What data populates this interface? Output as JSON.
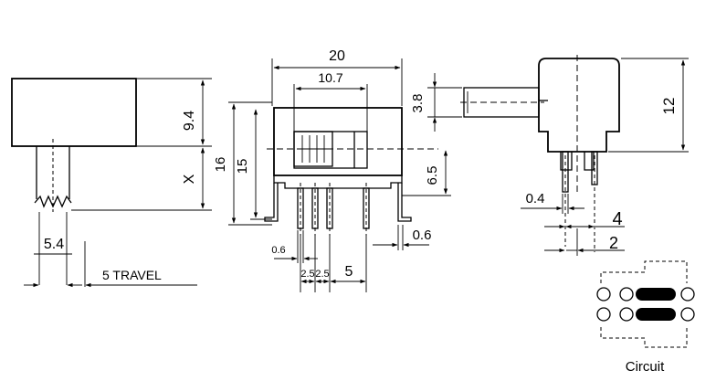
{
  "dimensions": {
    "side_height_upper": "9.4",
    "side_height_lower": "X",
    "side_width": "5.4",
    "travel": "5 TRAVEL",
    "front_width_overall": "20",
    "front_width_slot": "10.7",
    "front_height_16": "16",
    "front_height_15": "15",
    "front_height_6_5": "6.5",
    "front_pin_width_left": "0.6",
    "front_pin_width_right": "0.6",
    "pin_pitch_a": "2.5",
    "pin_pitch_b": "2.5",
    "pin_spacing_5": "5",
    "actuator_height": "3.8",
    "end_height": "12",
    "end_pin_width": "0.4",
    "end_pin_span_4": "4",
    "end_pin_span_2": "2"
  },
  "circuit": {
    "label": "Circuit"
  }
}
